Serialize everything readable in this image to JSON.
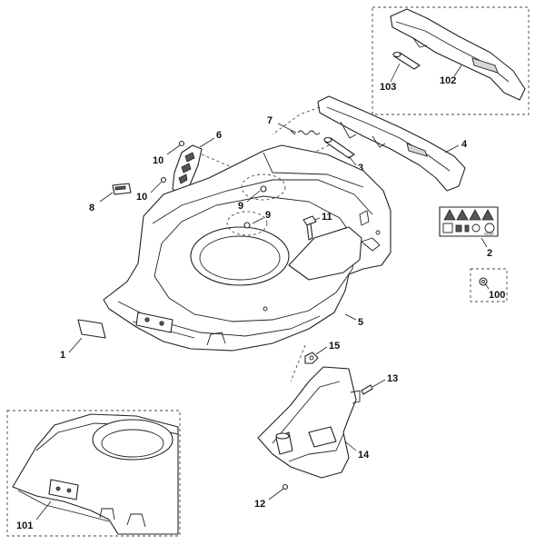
{
  "callouts": {
    "c1": "1",
    "c2": "2",
    "c3": "3",
    "c4": "4",
    "c5": "5",
    "c6": "6",
    "c7": "7",
    "c8": "8",
    "c9a": "9",
    "c9b": "9",
    "c10a": "10",
    "c10b": "10",
    "c11": "11",
    "c12": "12",
    "c13": "13",
    "c14": "14",
    "c15": "15",
    "c100": "100",
    "c101": "101",
    "c102": "102",
    "c103": "103"
  },
  "decal_text": {
    "stop": "STOP"
  }
}
